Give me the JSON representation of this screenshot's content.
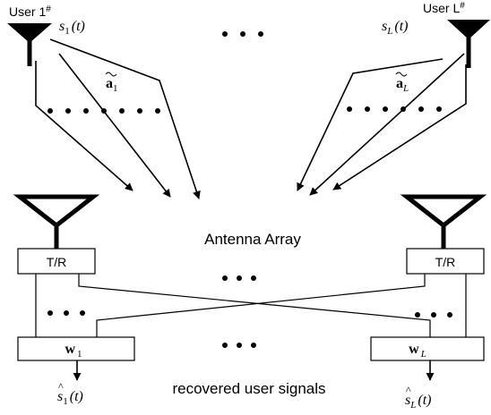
{
  "users": [
    {
      "label": "User 1",
      "superscript": "#",
      "signal": {
        "symbol": "s",
        "sub": "1",
        "arg": "(t)"
      },
      "steering": {
        "symbol": "a",
        "sub": "1"
      }
    },
    {
      "label": "User L",
      "superscript": "#",
      "signal": {
        "symbol": "s",
        "sub": "L",
        "arg": "(t)"
      },
      "steering": {
        "symbol": "a",
        "sub": "L"
      }
    }
  ],
  "array_label": "Antenna Array",
  "transceivers": [
    {
      "label": "T/R"
    },
    {
      "label": "T/R"
    }
  ],
  "weights": [
    {
      "symbol": "w",
      "sub": "1"
    },
    {
      "symbol": "w",
      "sub": "L"
    }
  ],
  "outputs": [
    {
      "symbol": "s",
      "hat": "^",
      "sub": "1",
      "arg": "(t)"
    },
    {
      "symbol": "s",
      "hat": "^",
      "sub": "L",
      "arg": "(t)"
    }
  ],
  "bottom_label": "recovered user signals",
  "colors": {
    "ink": "#000000",
    "background": "#ffffff"
  }
}
